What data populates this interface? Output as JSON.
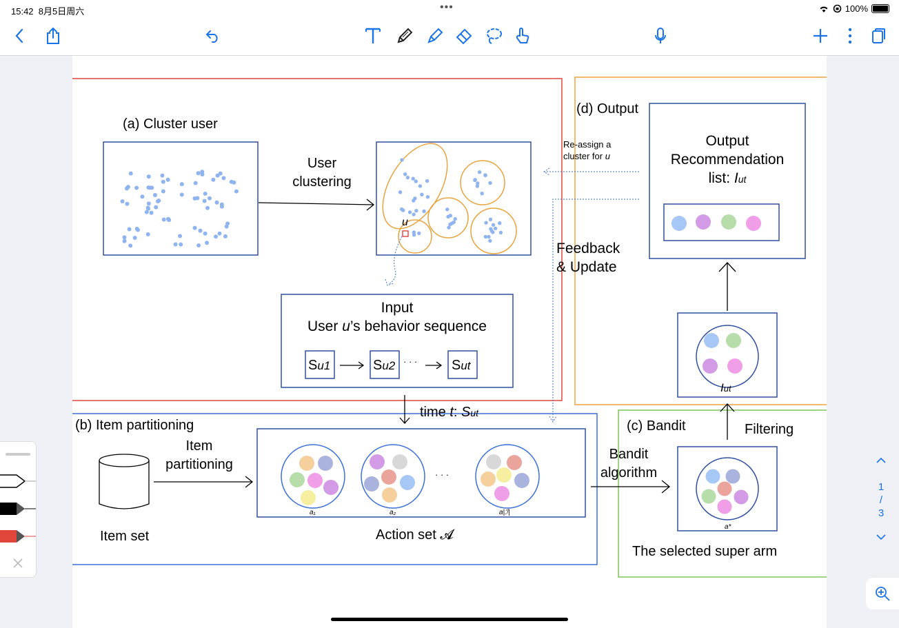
{
  "status": {
    "time": "15:42",
    "date": "8月5日周六",
    "battery": "100%"
  },
  "toolbar": {
    "back": "back-chevron-icon",
    "share": "share-icon",
    "undo": "undo-icon",
    "tools": [
      "text-tool-icon",
      "pen-icon",
      "highlighter-icon",
      "eraser-icon",
      "lasso-icon",
      "hand-pointer-icon"
    ],
    "mic": "microphone-icon",
    "add": "plus-icon",
    "more": "more-vertical-icon",
    "pages": "pages-icon"
  },
  "diagram": {
    "cluster_title": "(a) Cluster user",
    "user_clustering": [
      "User",
      "clustering"
    ],
    "u_label": "u",
    "reassign": [
      "Re-assign a",
      "cluster for "
    ],
    "reassign_u": "u",
    "input_title": "Input",
    "input_sub_pre": "User ",
    "input_sub_u": "u",
    "input_sub_post": "’s behavior  sequence",
    "seq": [
      {
        "s": "S",
        "sub": "u1"
      },
      {
        "s": "S",
        "sub": "u2"
      },
      {
        "s": "S",
        "sub": "ut"
      }
    ],
    "seq_dots": "· · ·",
    "output_title": "(d) Output",
    "output_list": [
      "Output",
      "Recommendation",
      "list: "
    ],
    "output_list_i": "I",
    "output_list_sub": "ut",
    "feedback": [
      "Feedback",
      "& Update"
    ],
    "iut_i": "I",
    "iut_sub": "ut",
    "time_pre": "time ",
    "time_t": "t",
    "time_mid": ": ",
    "time_s": "S",
    "time_sub": "ut",
    "item_part_title": "(b) Item partitioning",
    "item_partitioning": [
      "Item",
      "partitioning"
    ],
    "item_set": "Item set",
    "action_set": "Action set 𝓐",
    "action_dots": "·   ·   ·",
    "arm_labels": [
      "a₁",
      "a₂",
      "a|ℐ|"
    ],
    "bandit_title": "(c) Bandit",
    "bandit_algorithm": [
      "Bandit",
      "algorithm"
    ],
    "filtering": "Filtering",
    "super_arm_label": "a*",
    "selected_super_arm": "The selected super arm"
  },
  "pager": {
    "current": "1",
    "sep": "/",
    "total": "3"
  },
  "colors": {
    "accent": "#1a73e8",
    "red_frame": "#e0463c",
    "orange_frame": "#f0a23a",
    "blue_frame": "#3a6fd8",
    "green_frame": "#7fc45d",
    "dark_blue_box": "#2f4fa0",
    "dot_blue": "#8fb4ef"
  }
}
